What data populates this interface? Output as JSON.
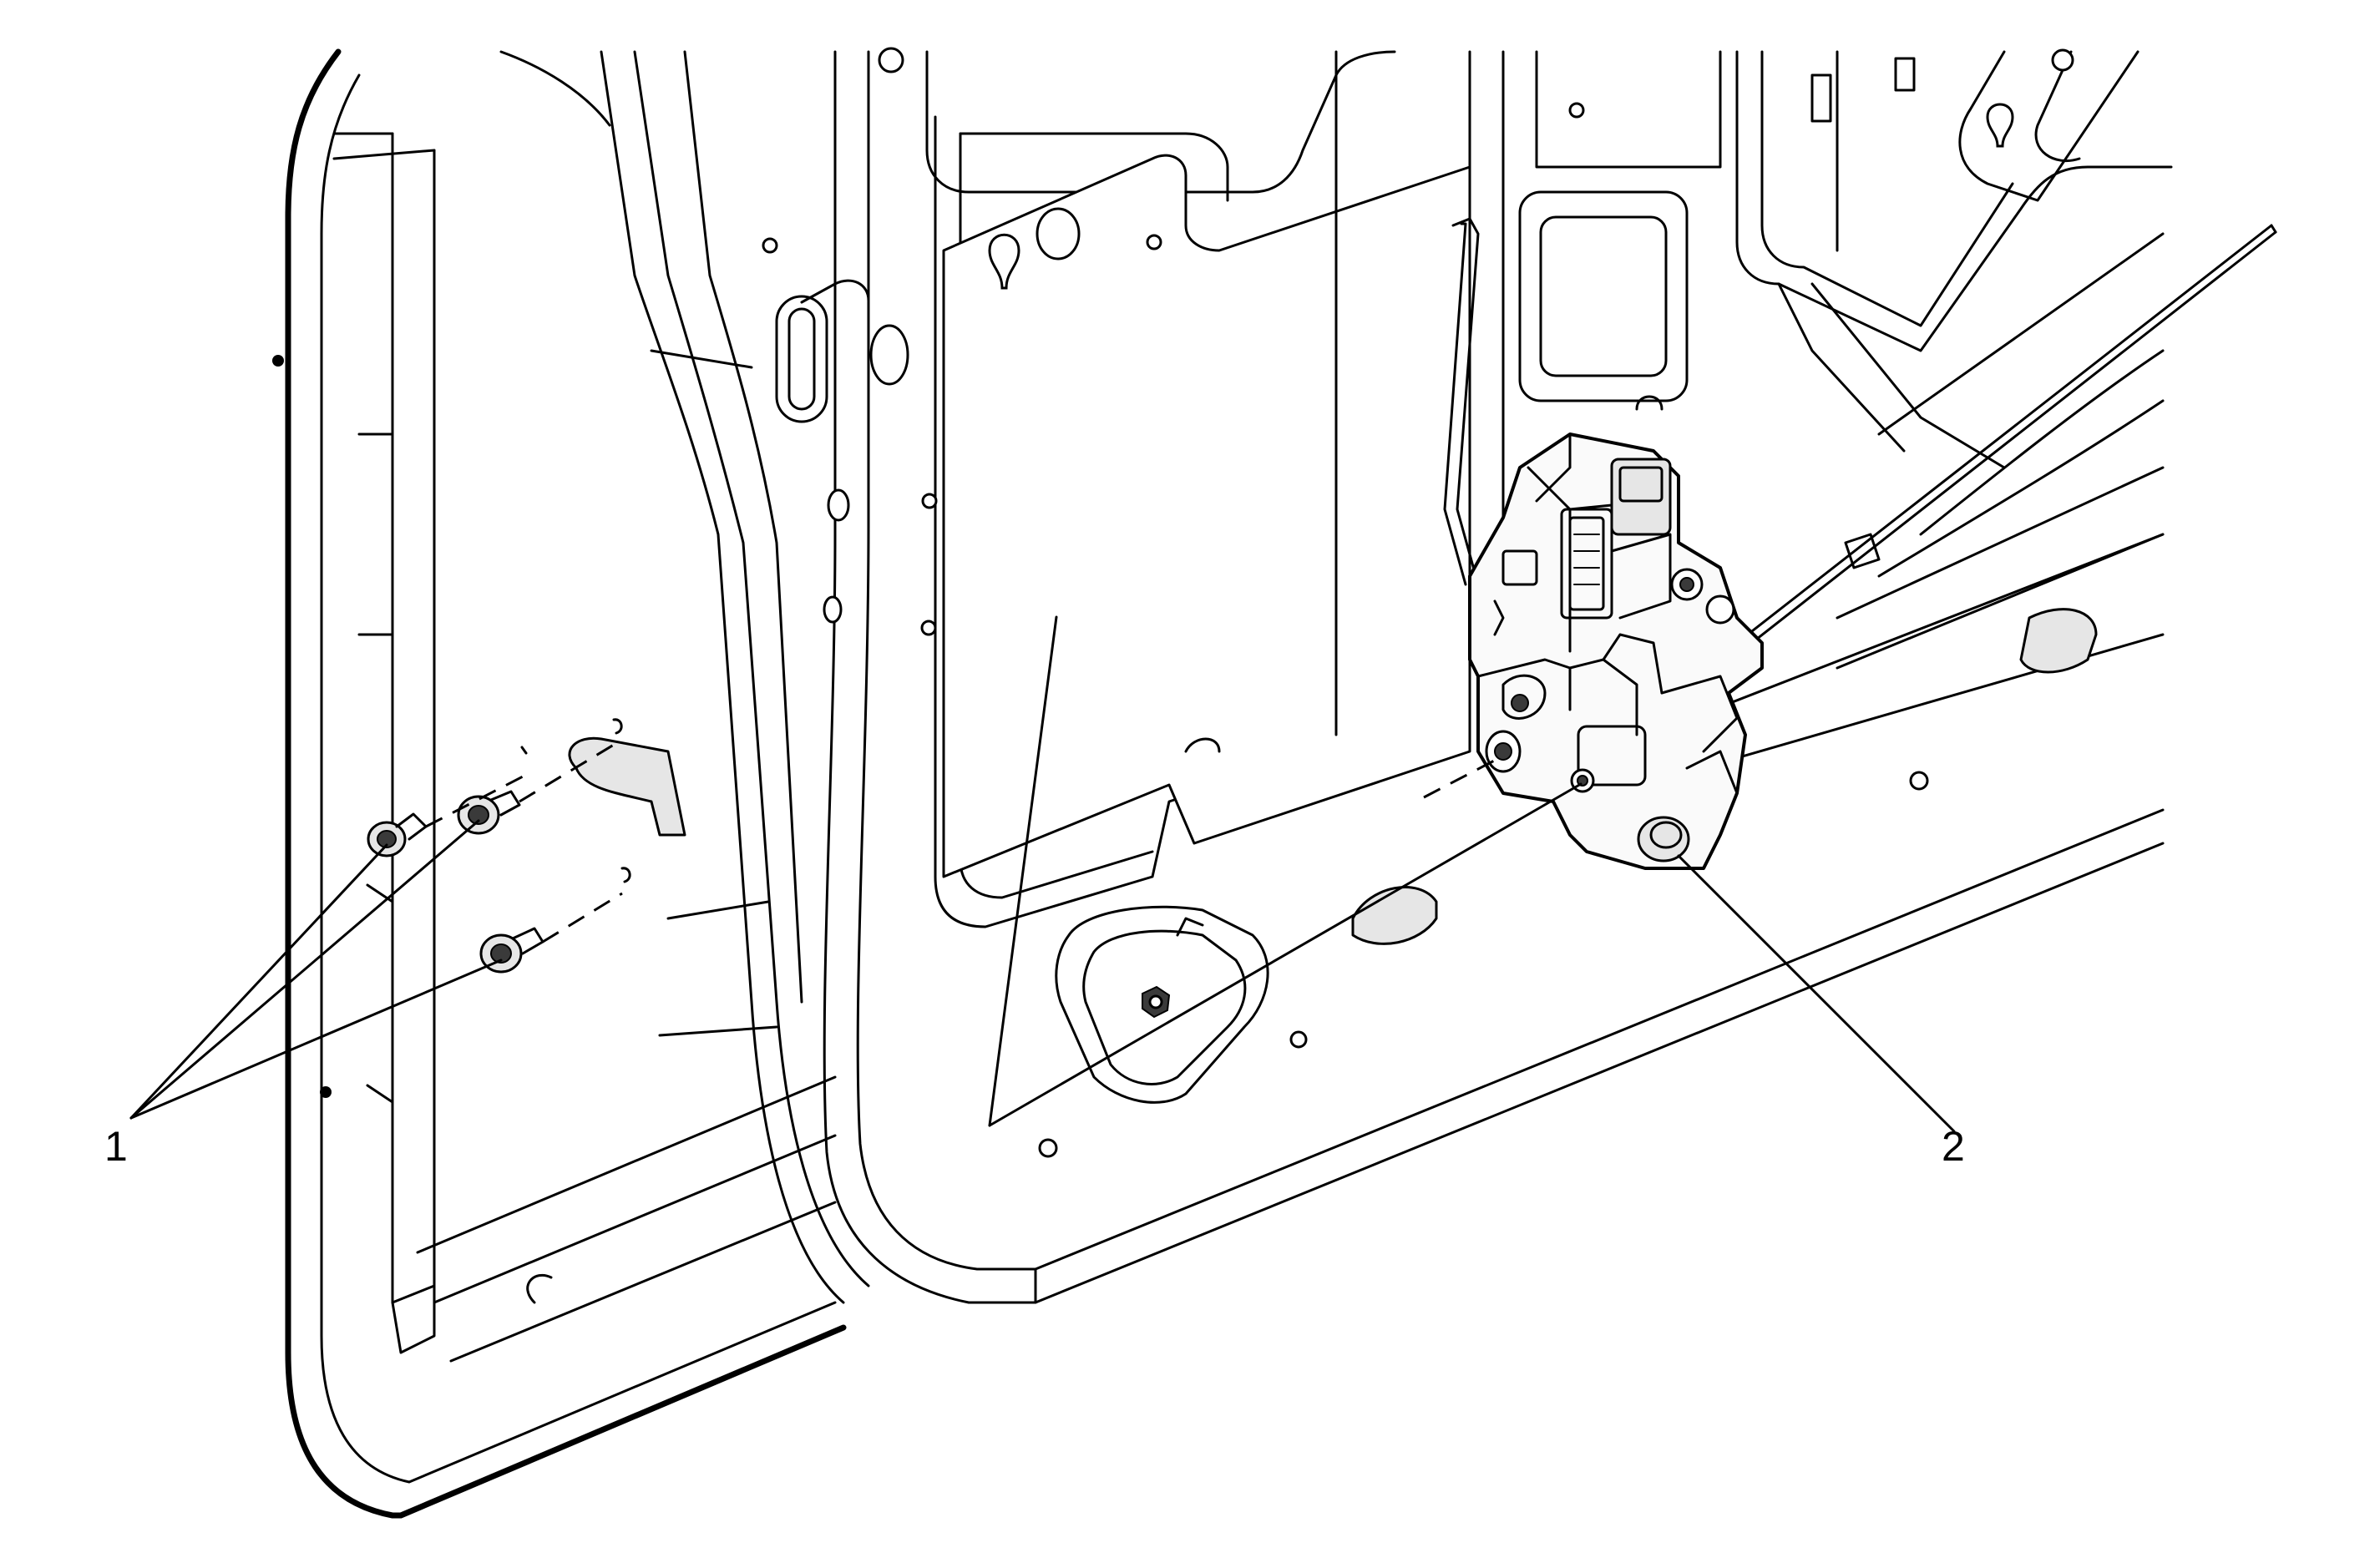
{
  "callouts": [
    {
      "id": "1",
      "label": "1"
    },
    {
      "id": "2",
      "label": "2"
    }
  ],
  "colors": {
    "ink": "#000000",
    "background": "#ffffff"
  }
}
